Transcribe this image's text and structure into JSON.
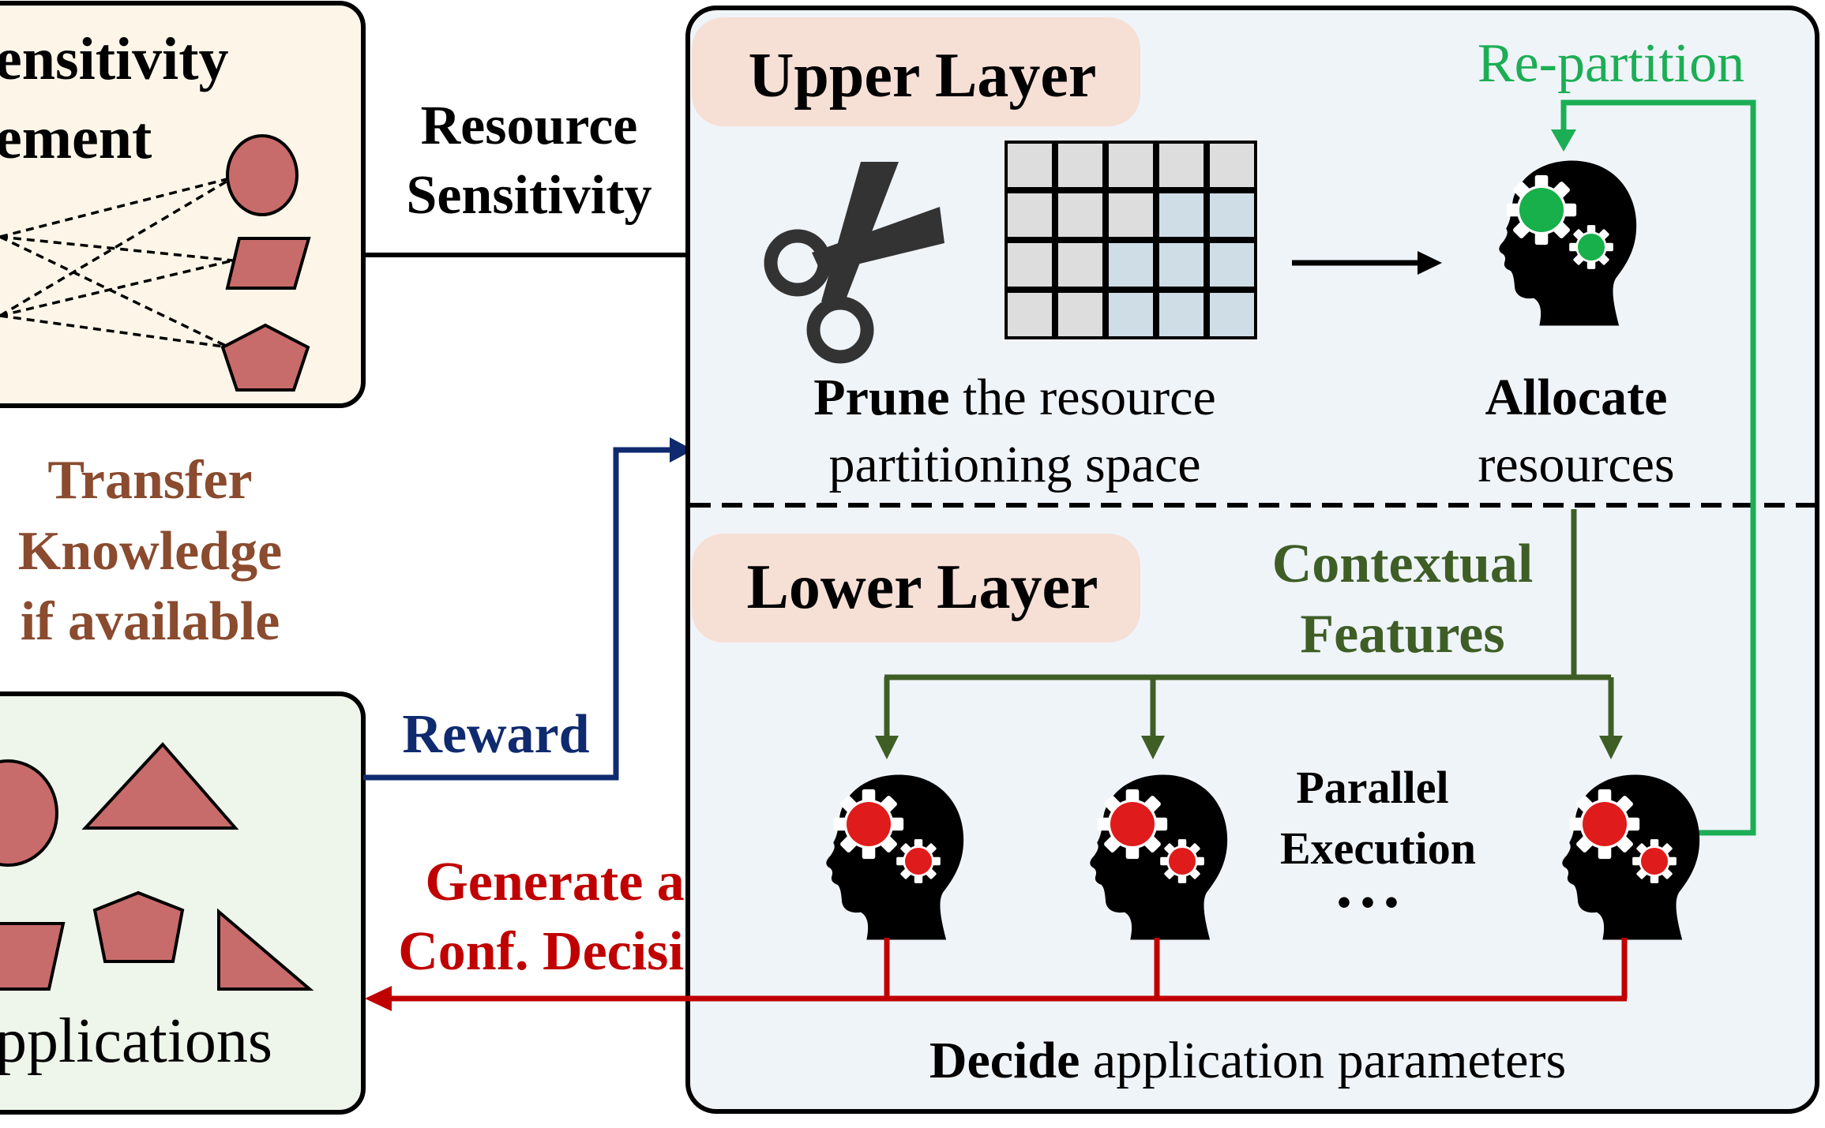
{
  "left_top_box": {
    "title_line1": "ensitivity",
    "title_line2": "ement"
  },
  "resource_sensitivity": {
    "line1": "Resource",
    "line2": "Sensitivity"
  },
  "transfer": {
    "line1": "Transfer",
    "line2": "Knowledge",
    "line3": "if available"
  },
  "reward": {
    "label": "Reward"
  },
  "generate": {
    "line1": "Generate all",
    "line2": "Conf. Decision"
  },
  "applications_box": {
    "label": "pplications"
  },
  "upper_layer": {
    "title": "Upper Layer",
    "re_partition": "Re-partition",
    "prune_bold": "Prune",
    "prune_rest": " the resource",
    "prune_line2": "partitioning space",
    "allocate_bold": "Allocate",
    "allocate_line2": "resources"
  },
  "lower_layer": {
    "title": "Lower Layer",
    "contextual_line1": "Contextual",
    "contextual_line2": "Features",
    "parallel_line1": "Parallel",
    "parallel_line2": "Execution",
    "ellipsis": "• • •",
    "decide_bold": "Decide",
    "decide_rest": " application parameters"
  },
  "colors": {
    "shape_fill": "#c86b6b",
    "left_top_bg": "#fdf6e8",
    "left_bottom_bg": "#eef5ea",
    "main_bg": "#eff4f9",
    "layer_pill": "#f6dfd5",
    "transfer_text": "#8a4b2f",
    "reward_blue": "#0f2a6e",
    "generate_red": "#c00000",
    "repartition_green": "#1cae55",
    "contextual_green": "#3e5e26",
    "gear_red": "#e01b1b",
    "gear_green": "#18b04a",
    "grid_gray": "#dddddd",
    "grid_blue": "#cfdde7"
  }
}
